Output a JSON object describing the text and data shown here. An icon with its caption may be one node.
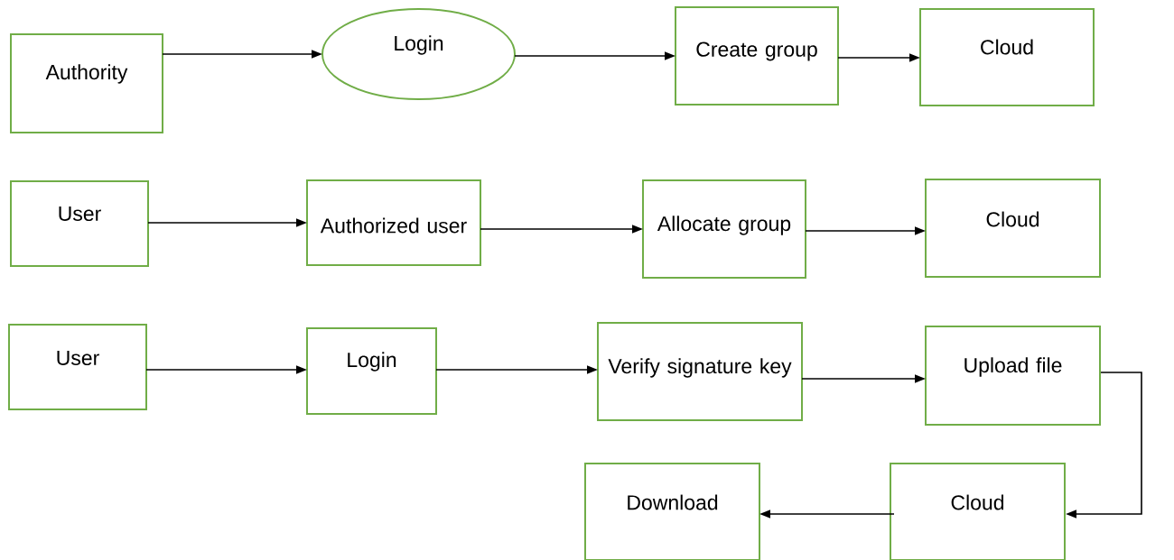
{
  "diagram": {
    "nodes": [
      {
        "text": [
          "Authority"
        ]
      },
      {
        "text": [
          "Login"
        ]
      },
      {
        "text": [
          "Create group"
        ]
      },
      {
        "text": [
          "Cloud"
        ]
      },
      {
        "text": [
          "User"
        ]
      },
      {
        "text": [
          "Authorized user"
        ]
      },
      {
        "text": [
          "Allocate group"
        ]
      },
      {
        "text": [
          "Cloud"
        ]
      },
      {
        "text": [
          "User"
        ]
      },
      {
        "text": [
          "Login"
        ]
      },
      {
        "text": [
          "Verify signature key"
        ]
      },
      {
        "text": [
          "Upload file"
        ]
      },
      {
        "text": [
          "Cloud"
        ]
      },
      {
        "text": [
          "Download"
        ]
      }
    ],
    "edges": [
      {
        "from": 0,
        "to": 1,
        "arrow": "to"
      },
      {
        "from": 1,
        "to": 2,
        "arrow": "to"
      },
      {
        "from": 2,
        "to": 3,
        "arrow": "to"
      },
      {
        "from": 4,
        "to": 5,
        "arrow": "to"
      },
      {
        "from": 5,
        "to": 6,
        "arrow": "to"
      },
      {
        "from": 6,
        "to": 7,
        "arrow": "to"
      },
      {
        "from": 8,
        "to": 9,
        "arrow": "to"
      },
      {
        "from": 9,
        "to": 10,
        "arrow": "to"
      },
      {
        "from": 10,
        "to": 11,
        "arrow": "to"
      },
      {
        "from": 11,
        "to": 12,
        "arrow": "to"
      },
      {
        "from": 12,
        "to": 13,
        "arrow": "to"
      }
    ]
  }
}
